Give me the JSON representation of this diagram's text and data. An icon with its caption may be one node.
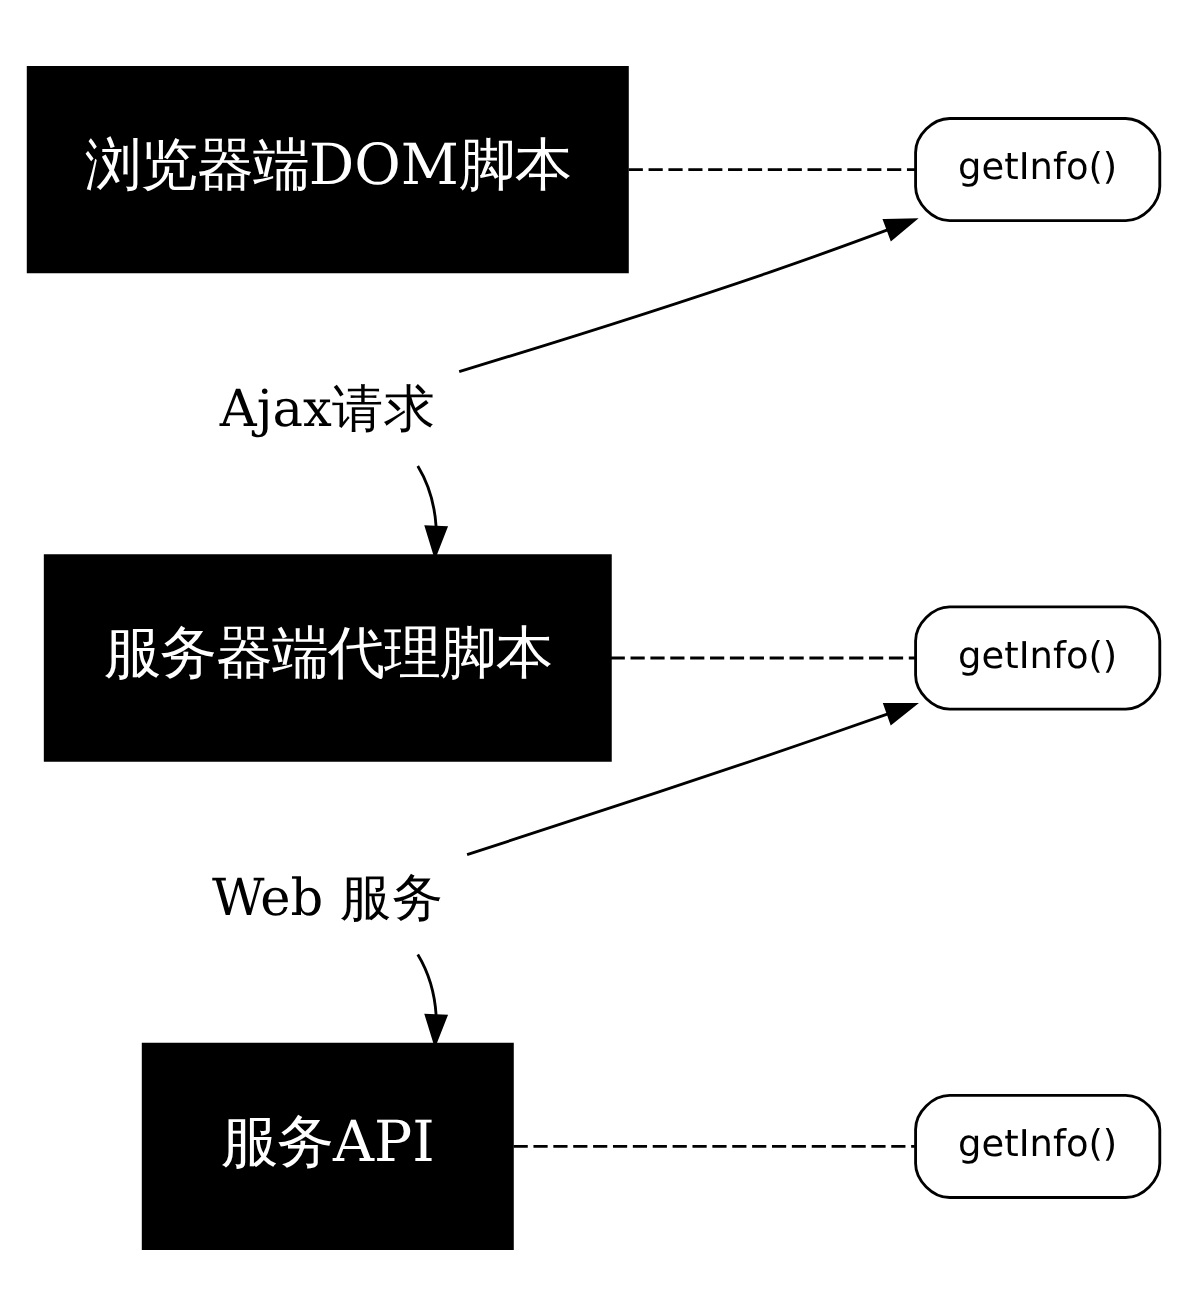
{
  "diagram": {
    "nodes": [
      {
        "text": [
          "浏览器端DOM脚本"
        ]
      },
      {
        "text": [
          "getInfo()"
        ]
      },
      {
        "text": [
          "Ajax请求"
        ]
      },
      {
        "text": [
          "服务器端代理脚本"
        ]
      },
      {
        "text": [
          "getInfo()"
        ]
      },
      {
        "text": [
          "Web 服务"
        ]
      },
      {
        "text": [
          "服务API"
        ]
      },
      {
        "text": [
          "getInfo()"
        ]
      }
    ],
    "edges": [
      {
        "from": 0,
        "to": 1,
        "arrow": "none",
        "style": "dashed"
      },
      {
        "from": 2,
        "to": 1,
        "arrow": "to"
      },
      {
        "from": 2,
        "to": 3,
        "arrow": "to"
      },
      {
        "from": 3,
        "to": 4,
        "arrow": "none",
        "style": "dashed"
      },
      {
        "from": 5,
        "to": 4,
        "arrow": "to"
      },
      {
        "from": 5,
        "to": 6,
        "arrow": "to"
      },
      {
        "from": 6,
        "to": 7,
        "arrow": "none",
        "style": "dashed"
      }
    ]
  }
}
